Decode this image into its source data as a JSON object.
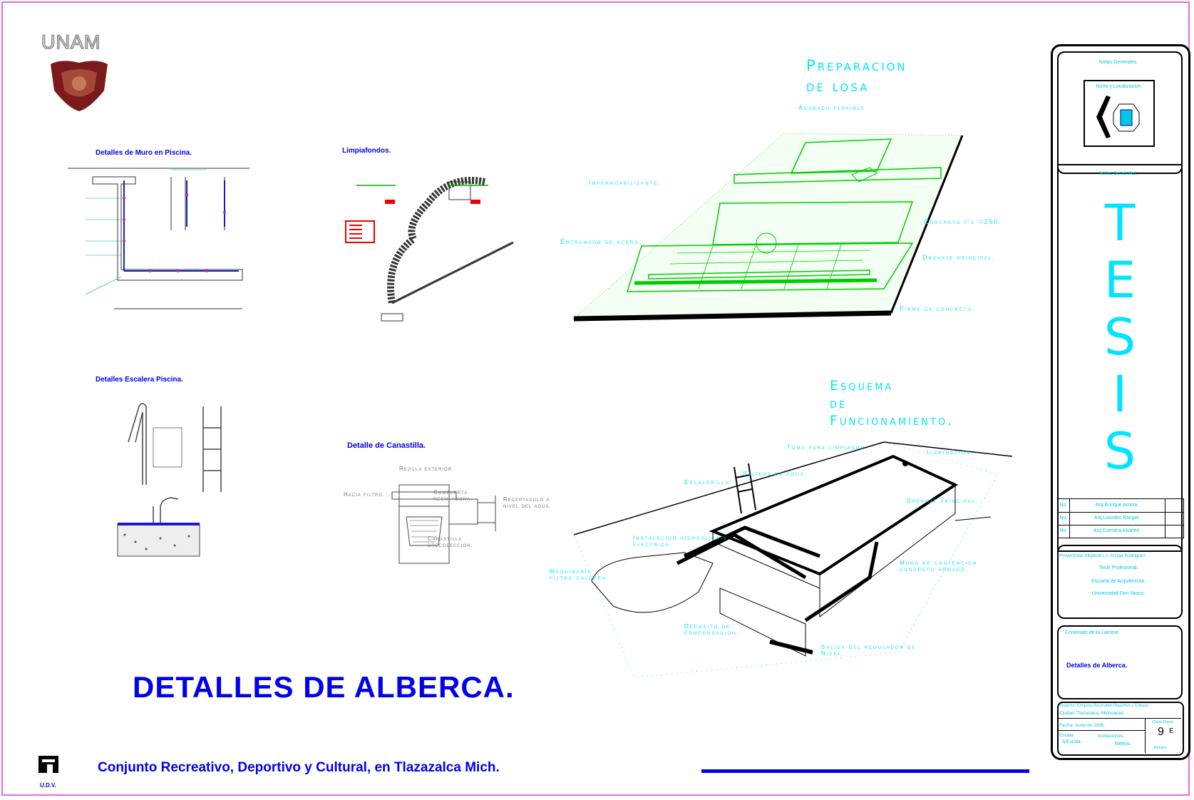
{
  "header": {
    "unam": "UNAM"
  },
  "sections": {
    "muro": "Detalles de Muro en Piscina.",
    "limpiafondos": "Limpiafondos.",
    "escalera": "Detalles Escalera Piscina.",
    "canastilla": "Detalle de Canastilla."
  },
  "canastilla_labels": {
    "rejilla": "Rejilla exterior.",
    "hacia": "Hacia filtro.",
    "compuerta": "Compuerta reguladora.",
    "receptaculo": "Receptaculo a nivel del agua.",
    "canastilla": "Canastilla drecoleccion."
  },
  "losa": {
    "title1": "Preparacion",
    "title2": "de losa",
    "acabado": "Acabado flexible",
    "imperm": "Impermeabilizante.",
    "concreto": "Concreto f'c =250.",
    "entramado": "Entramado de acero.",
    "drenaje": "Drenaje principal.",
    "firme": "Firme de concreto."
  },
  "esquema": {
    "title1": "Esquema",
    "title2": "de",
    "title3": "Funcionamiento.",
    "toma": "Toma para limpiador.",
    "iluminacion": "Iluminacion.",
    "salidas": "Salidas de agua.",
    "escalerilla": "Escalerilla.",
    "drenaje": "Drenaje principal.",
    "instalacion": "Instalacion hidraulica y electrica.",
    "muro": "Muro de contencion concreto armado.",
    "maquinaria": "Maquinaria filtro-caldera.",
    "deposito": "Deposito de compensacion.",
    "salida": "Salida del regulador de Nivel."
  },
  "main_title": "DETALLES DE ALBERCA.",
  "footer": {
    "udv": "U.D.V.",
    "text": "Conjunto Recreativo, Deportivo y Cultural, en Tlazazalca Mich."
  },
  "titleblock": {
    "notas1": "Notas Generales.",
    "norte": "Norte y Localizacion.",
    "notas2": "Notas Generales.",
    "tesis": [
      "T",
      "E",
      "S",
      "I",
      "S"
    ],
    "no": "No.",
    "people": [
      "Arq.Enrique Arriola.",
      "Arq.Lourdes Rangel.",
      "Arq.Carmina Alvarez."
    ],
    "proyectista": "Proyectista: Alejandro J. Arciga Rodriguez.",
    "tesis_prof": "Tesis Profesional.",
    "escuela": "Escuela de Arquitectura.",
    "univ": "Universidad Don Vasco.",
    "contenido": "Contenido de la Lamina:",
    "contenido_val": "Detalles de Alberca.",
    "proyecto": "Proyecto: Conjunto Recreativo Deportivo y Cultural.",
    "ciudad": "Ciudad: Tlazazalca, Michoacan.",
    "fecha": "Fecha:   Junio de 2005.",
    "clave": "Clave Plano",
    "clave_val": "9",
    "clave_suffix": "E",
    "escala": "Escala:",
    "sescala": "S/Escala.",
    "acot": "Acotaciones:",
    "metros": "Metros.",
    "reviso": "Reviso:"
  }
}
